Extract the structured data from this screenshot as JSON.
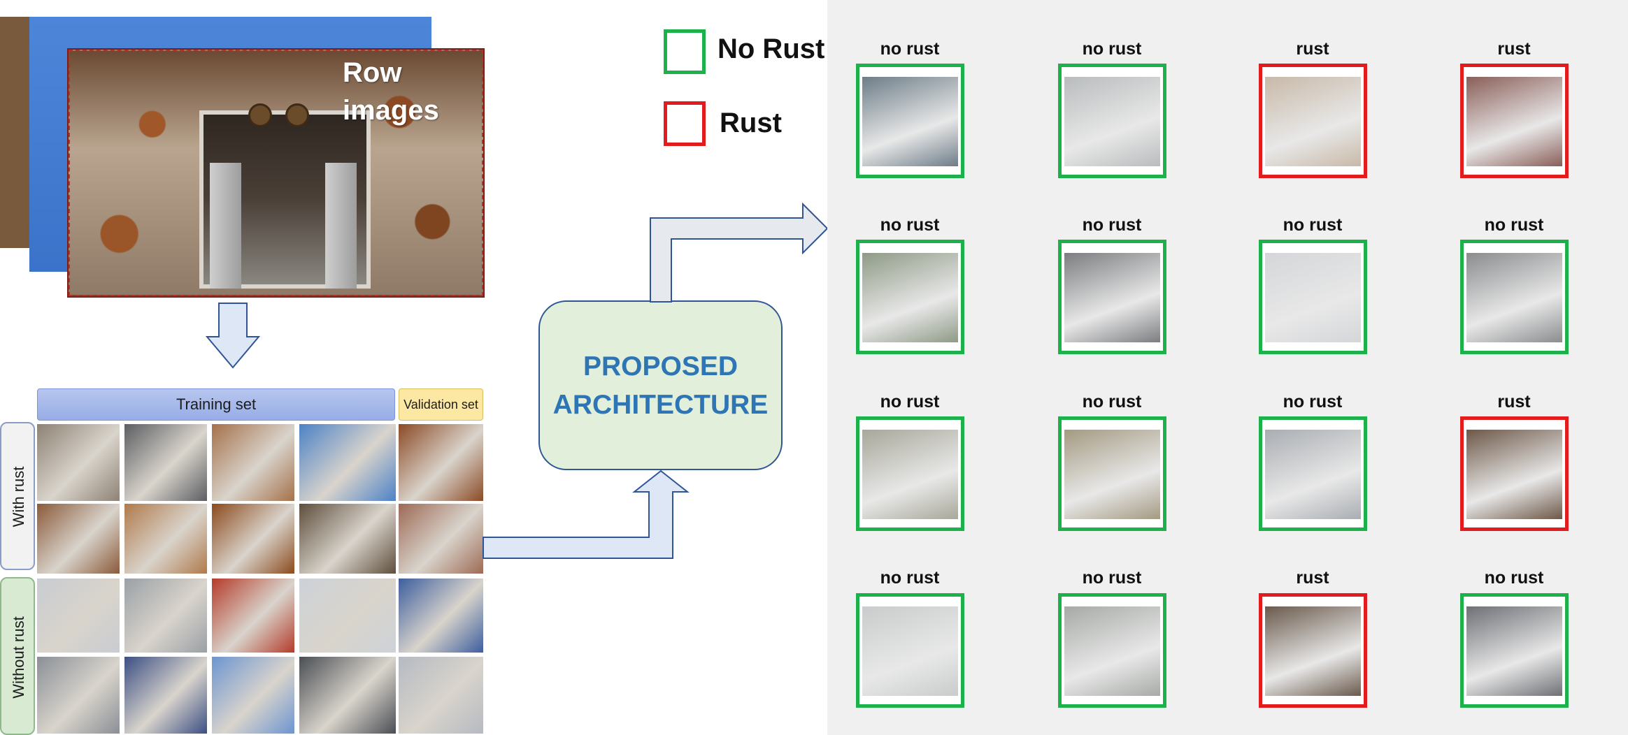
{
  "raw_images_label_line1": "Row",
  "raw_images_label_line2": "images",
  "dataset": {
    "training_header": "Training set",
    "validation_header": "Validation set",
    "with_rust_label": "With rust",
    "without_rust_label": "Without rust",
    "thumbnails": [
      [
        "#8d8274",
        "#5c5e62",
        "#a5714a",
        "#4d82c6",
        "#8c4a26"
      ],
      [
        "#8a5a3a",
        "#b07a4b",
        "#8c4a1d",
        "#5e4e3c",
        "#9d6a55"
      ],
      [
        "#c9ccd2",
        "#9aa0a6",
        "#b53b2a",
        "#cdd2d8",
        "#3d5e9e"
      ],
      [
        "#8a8f96",
        "#3c4f84",
        "#6c95d0",
        "#4a4e54",
        "#b5bac2"
      ]
    ]
  },
  "architecture": {
    "line1": "PROPOSED",
    "line2": "ARCHITECTURE"
  },
  "legend": [
    {
      "label": "No Rust",
      "color": "#1db14b"
    },
    {
      "label": "Rust",
      "color": "#e21c1c"
    }
  ],
  "results": {
    "colors": {
      "no rust": "#1db14b",
      "rust": "#e21c1c"
    },
    "rows": [
      [
        {
          "label": "no rust",
          "tone": "#6d7d88"
        },
        {
          "label": "no rust",
          "tone": "#b9bcbd"
        },
        {
          "label": "rust",
          "tone": "#c8b9a8"
        },
        {
          "label": "rust",
          "tone": "#8a5e58"
        }
      ],
      [
        {
          "label": "no rust",
          "tone": "#8e9a86"
        },
        {
          "label": "no rust",
          "tone": "#7b7d80"
        },
        {
          "label": "no rust",
          "tone": "#d4d6d9"
        },
        {
          "label": "no rust",
          "tone": "#8a8c8e"
        }
      ],
      [
        {
          "label": "no rust",
          "tone": "#a8a79a"
        },
        {
          "label": "no rust",
          "tone": "#a49a82"
        },
        {
          "label": "no rust",
          "tone": "#a9adb2"
        },
        {
          "label": "rust",
          "tone": "#6d5848"
        }
      ],
      [
        {
          "label": "no rust",
          "tone": "#c9cccc"
        },
        {
          "label": "no rust",
          "tone": "#a6aaa6"
        },
        {
          "label": "rust",
          "tone": "#6a5a4c"
        },
        {
          "label": "no rust",
          "tone": "#6e7075"
        }
      ]
    ]
  }
}
